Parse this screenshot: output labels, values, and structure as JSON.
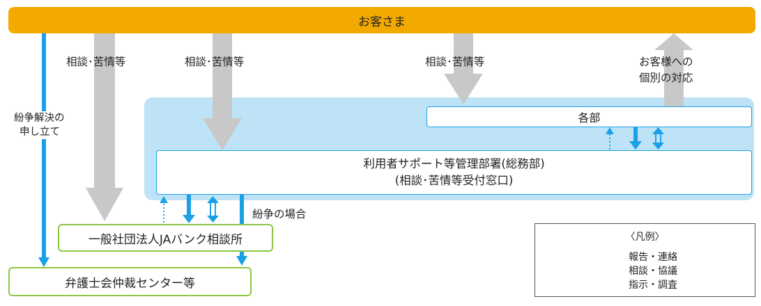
{
  "customer": "お客さま",
  "labels": {
    "consult1": "相談･苦情等",
    "consult2": "相談･苦情等",
    "consult3": "相談･苦情等",
    "individual_line1": "お客様への",
    "individual_line2": "個別の対応",
    "dispute_line1": "紛争解決の",
    "dispute_line2": "申し立て",
    "dispute_case": "紛争の場合"
  },
  "boxes": {
    "departments": "各部",
    "support_line1": "利用者サポート等管理部署(総務部)",
    "support_line2": "(相談･苦情等受付窓口)",
    "ja_bank": "一般社団法人JAバンク相談所",
    "arbitration": "弁護士会仲裁センター等"
  },
  "legend": {
    "title": "〈凡例〉",
    "items": [
      "報告・連絡",
      "相談・協議",
      "指示・調査"
    ]
  },
  "colors": {
    "customer_bar": "#f2a900",
    "blue_arrow": "#1aa0e6",
    "gray_arrow": "#c8c8c8",
    "panel": "#bfe3f6",
    "green_border": "#8cc63f"
  }
}
